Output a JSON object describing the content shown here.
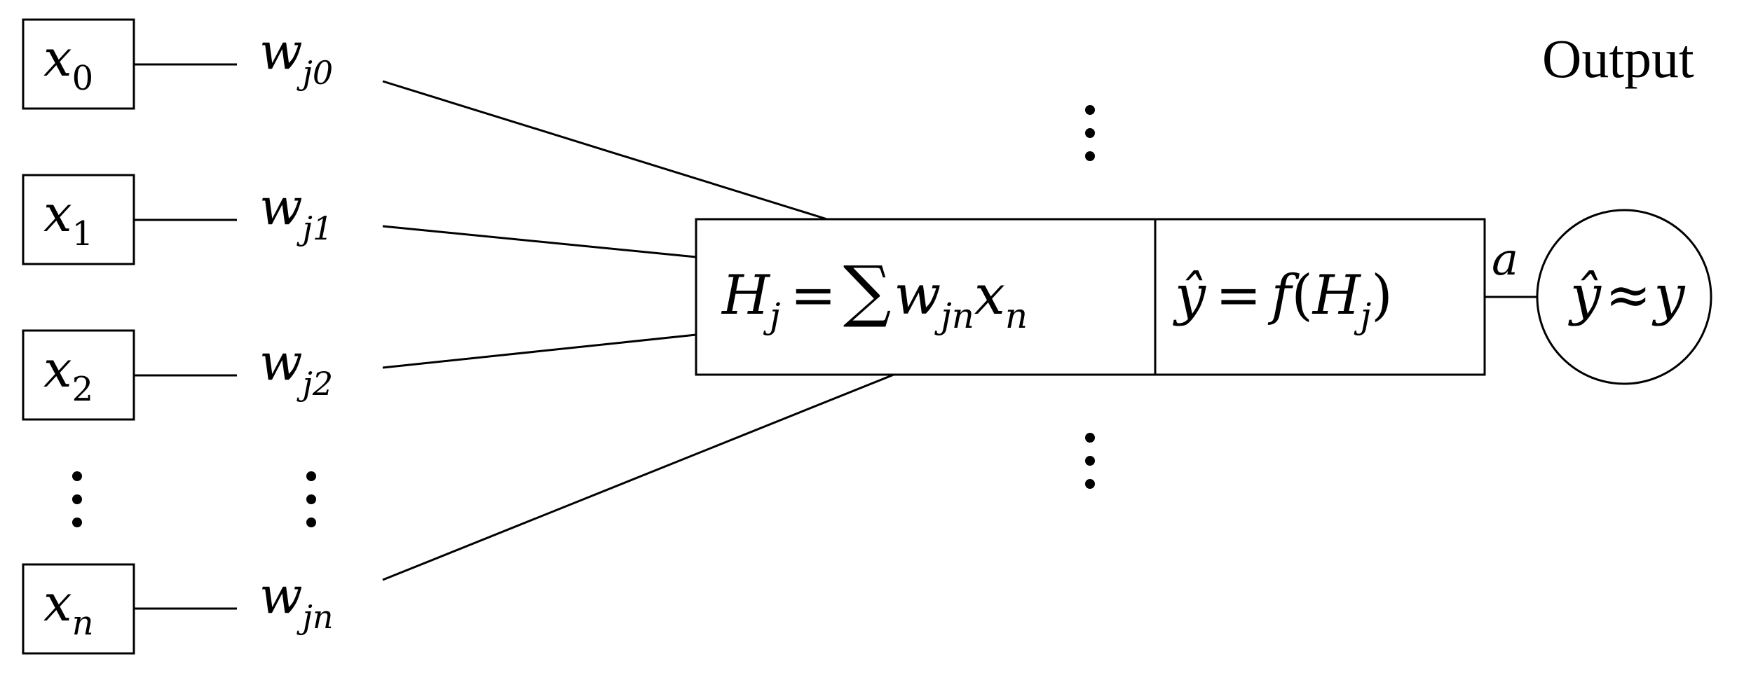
{
  "inputs": [
    {
      "base": "x",
      "sub": "0"
    },
    {
      "base": "x",
      "sub": "1"
    },
    {
      "base": "x",
      "sub": "2"
    },
    {
      "base": "x",
      "sub": "n"
    }
  ],
  "weights": [
    {
      "base": "w",
      "sub": "j0"
    },
    {
      "base": "w",
      "sub": "j1"
    },
    {
      "base": "w",
      "sub": "j2"
    },
    {
      "base": "w",
      "sub": "jn"
    }
  ],
  "summation": {
    "lhs": "H",
    "lhs_sub": "j",
    "eq": "=",
    "sigma": "∑",
    "w": "w",
    "w_sub": "jn",
    "x": "x",
    "x_sub": "n"
  },
  "activation": {
    "yhat": "ŷ",
    "eq": "=",
    "f": "f",
    "open": "(",
    "h": "H",
    "h_sub": "j",
    "close": ")"
  },
  "connection_label": "a",
  "output_node": {
    "yhat": "ŷ",
    "approx": "≈",
    "y": "y"
  },
  "output_title": "Output"
}
